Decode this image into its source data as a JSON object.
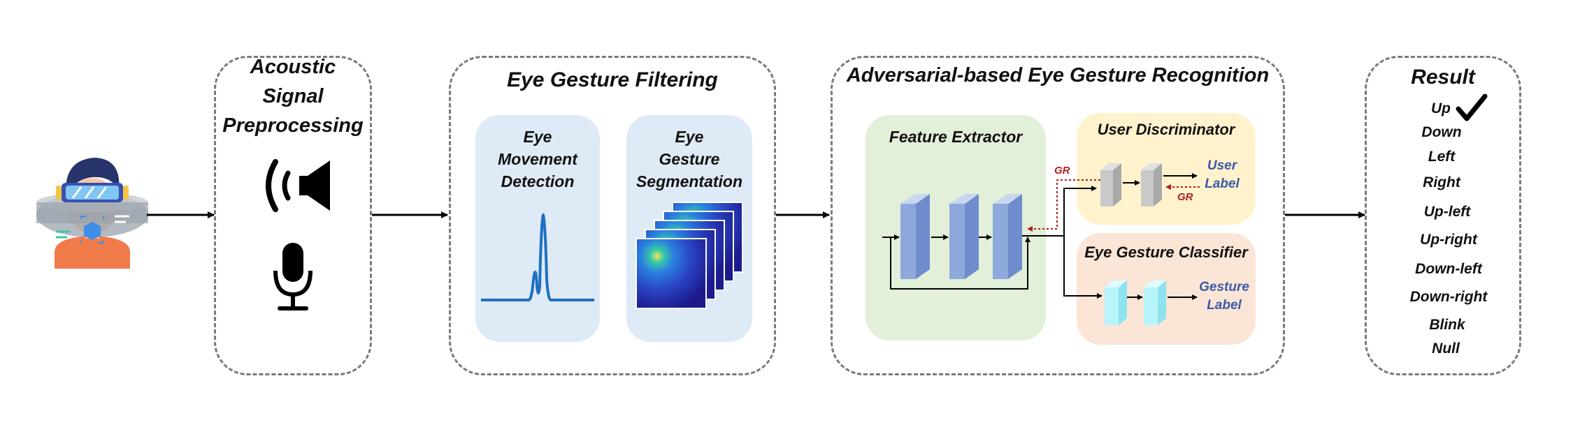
{
  "acoustic": {
    "title_lines": [
      "Acoustic",
      "Signal",
      "Preprocessing"
    ]
  },
  "filtering": {
    "title": "Eye Gesture Filtering",
    "movement_lines": [
      "Eye",
      "Movement",
      "Detection"
    ],
    "segmentation_lines": [
      "Eye",
      "Gesture",
      "Segmentation"
    ]
  },
  "recognition": {
    "title": "Adversarial-based Eye Gesture Recognition",
    "feature_extractor": "Feature Extractor",
    "user_discriminator": "User Discriminator",
    "user_label_lines": [
      "User",
      "Label"
    ],
    "classifier": "Eye Gesture Classifier",
    "gesture_label_lines": [
      "Gesture",
      "Label"
    ],
    "gr_label_1": "GR",
    "gr_label_2": "GR"
  },
  "result": {
    "title": "Result",
    "items": [
      "Up",
      "Down",
      "Left",
      "Right",
      "Up-left",
      "Up-right",
      "Down-left",
      "Down-right",
      "Blink",
      "Null"
    ],
    "selected_icon": "checkmark-icon"
  },
  "icons": [
    "user-vr-headset-icon",
    "speaker-icon",
    "microphone-icon",
    "signal-peak-icon",
    "spectrogram-stack-icon"
  ],
  "colors": {
    "dashed_border": "#7a7a7a",
    "light_blue_panel": "#deeaf6",
    "green_panel": "#e2efd9",
    "yellow_panel": "#fff2cc",
    "peach_panel": "#fbe5d6",
    "block_blue": "#8fa8dc",
    "block_gray": "#c9c9c9",
    "block_cyan": "#b8f4fb",
    "gr_red": "#b01c1c",
    "label_blue": "#3b5aa8",
    "signal_blue": "#1f6fc2"
  }
}
